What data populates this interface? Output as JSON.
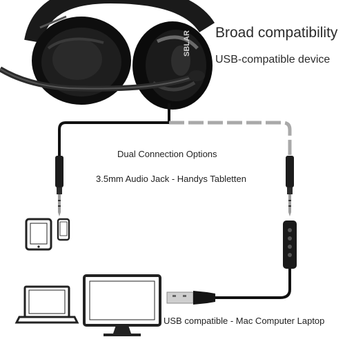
{
  "brand": "SBLAR",
  "headline": "Broad compatibility",
  "subheadline": "USB-compatible device",
  "options_heading": "Dual Connection Options",
  "jack_caption": "3.5mm Audio Jack - Handys Tabletten",
  "usb_caption": "USB compatible - Mac Computer Laptop",
  "colors": {
    "cable_dark": "#111111",
    "cable_light": "#a9a9a9",
    "device_stroke": "#222222",
    "text": "#222222"
  },
  "icons": [
    "headset-image",
    "tablet-icon",
    "phone-icon",
    "laptop-icon",
    "monitor-icon",
    "usb-plug-icon",
    "audio-jack-icon",
    "inline-control-icon"
  ]
}
